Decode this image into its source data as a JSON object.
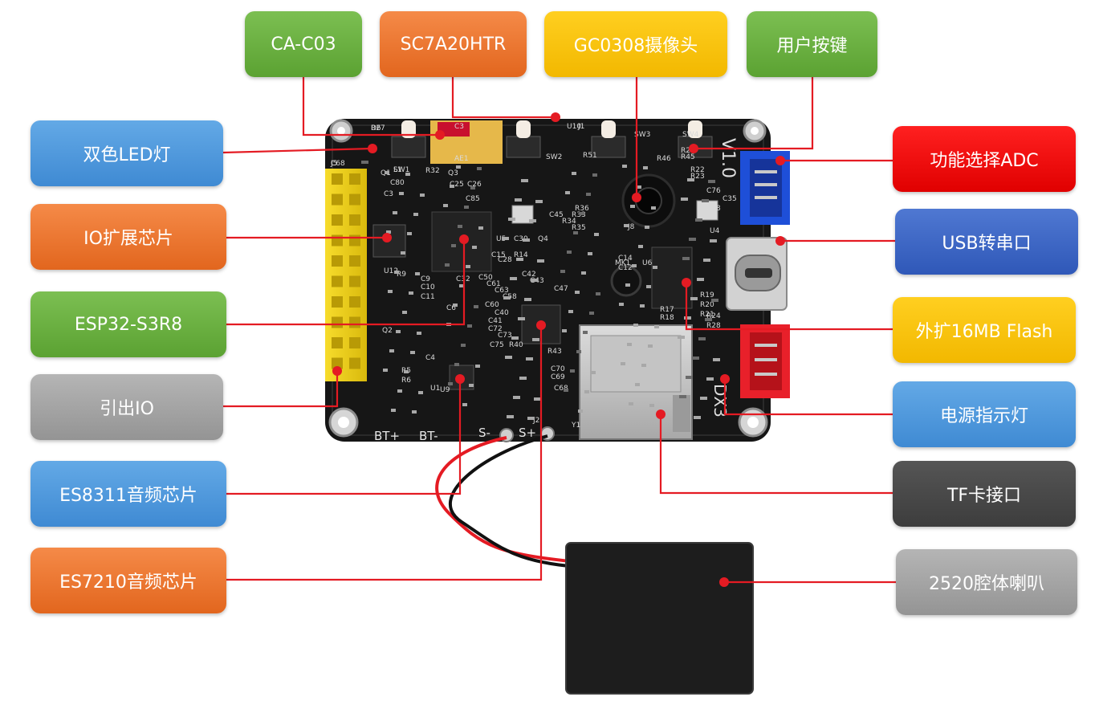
{
  "labels": {
    "ca_c03": "CA-C03",
    "sc7a20htr": "SC7A20HTR",
    "gc0308": "GC0308摄像头",
    "user_keys": "用户按键",
    "dual_led": "双色LED灯",
    "io_expander": "IO扩展芯片",
    "esp32": "ESP32-S3R8",
    "io_out": "引出IO",
    "es8311": "ES8311音频芯片",
    "es7210": "ES7210音频芯片",
    "adc_select": "功能选择ADC",
    "usb_serial": "USB转串口",
    "flash": "外扩16MB Flash",
    "power_led": "电源指示灯",
    "tf_card": "TF卡接口",
    "speaker": "2520腔体喇叭"
  },
  "board": {
    "version": "V1.0",
    "silk": [
      "D6",
      "J5",
      "SW1",
      "C3",
      "AE1",
      "SW2",
      "SW3",
      "SW4",
      "U12",
      "U5",
      "U9",
      "J8",
      "U6",
      "MK1",
      "U4",
      "Y1",
      "J2",
      "U10",
      "J1",
      "R51",
      "C80",
      "R32",
      "C25",
      "C26",
      "C85",
      "C30",
      "C15",
      "C28",
      "C32",
      "C50",
      "C61",
      "C63",
      "C58",
      "C60",
      "C40",
      "C41",
      "C72",
      "C73",
      "C75",
      "R40",
      "C9",
      "C10",
      "C11",
      "R9",
      "Q2",
      "U1",
      "C42",
      "C43",
      "C47",
      "R36",
      "R33",
      "R34",
      "R35",
      "C45",
      "C14",
      "C12",
      "R17",
      "R18",
      "R19",
      "R20",
      "R21",
      "R22",
      "R23",
      "R24",
      "R28",
      "R29",
      "R45",
      "R46",
      "C35",
      "C76",
      "C78",
      "R43",
      "C70",
      "C69",
      "C68",
      "R5",
      "R6",
      "C4",
      "C6",
      "C3",
      "Q1",
      "Q3",
      "Q4",
      "R14",
      "R27",
      "C68",
      "L1"
    ],
    "terminals": [
      "BT+",
      "BT-",
      "S-",
      "S+"
    ],
    "board_id": "DX3"
  },
  "colors": {
    "board": "#1a1a1a",
    "leader": "#e41b23",
    "header": "#f2d21a",
    "connector_blue": "#1e4fd8",
    "connector_red": "#e8202a",
    "speaker": "#1d1d1d"
  }
}
